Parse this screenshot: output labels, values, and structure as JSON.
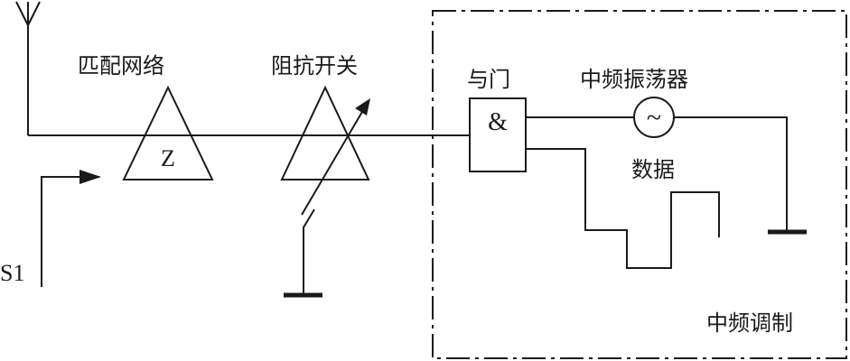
{
  "labels": {
    "matching_network": "匹配网络",
    "impedance_switch": "阻抗开关",
    "and_gate": "与门",
    "if_oscillator": "中频振荡器",
    "data": "数据",
    "if_modulation": "中频调制",
    "s1": "S1"
  },
  "symbols": {
    "impedance": "Z",
    "and_symbol": "&",
    "sine": "~"
  },
  "colors": {
    "line": "#1a1a1a",
    "background": "#ffffff"
  }
}
